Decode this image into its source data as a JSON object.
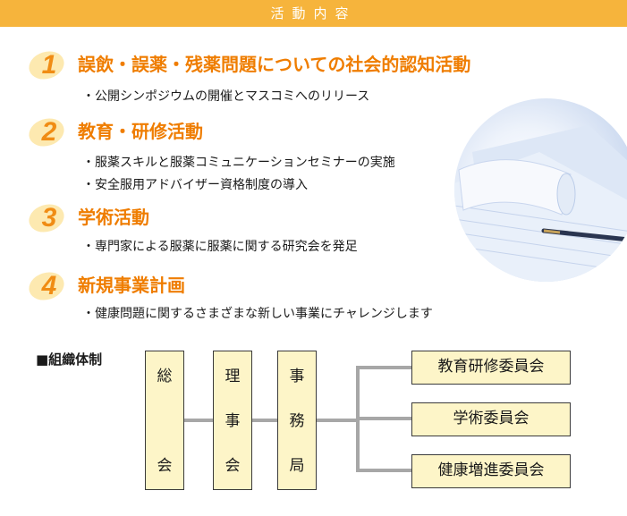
{
  "header": {
    "title": "活動内容"
  },
  "sections": [
    {
      "number": "1",
      "title": "誤飲・誤薬・残薬問題についての社会的認知活動",
      "bullets": [
        "・公開シンポジウムの開催とマスコミへのリリース"
      ]
    },
    {
      "number": "2",
      "title": "教育・研修活動",
      "bullets": [
        "・服薬スキルと服薬コミュニケーションセミナーの実施",
        "・安全服用アドバイザー資格制度の導入"
      ]
    },
    {
      "number": "3",
      "title": "学術活動",
      "bullets": [
        "・専門家による服薬に服薬に関する研究会を発足"
      ]
    },
    {
      "number": "4",
      "title": "新規事業計画",
      "bullets": [
        "・健康問題に関するさまざまな新しい事業にチャレンジします"
      ]
    }
  ],
  "org": {
    "label": "■組織体制",
    "general_assembly": [
      "総",
      "会"
    ],
    "board": [
      "理",
      "事",
      "会"
    ],
    "secretariat": [
      "事",
      "務",
      "局"
    ],
    "committees": [
      "教育研修委員会",
      "学術委員会",
      "健康増進委員会"
    ]
  },
  "colors": {
    "header": "#f6b43c",
    "title": "#ef7d00",
    "box_fill": "#fdf5c8"
  }
}
